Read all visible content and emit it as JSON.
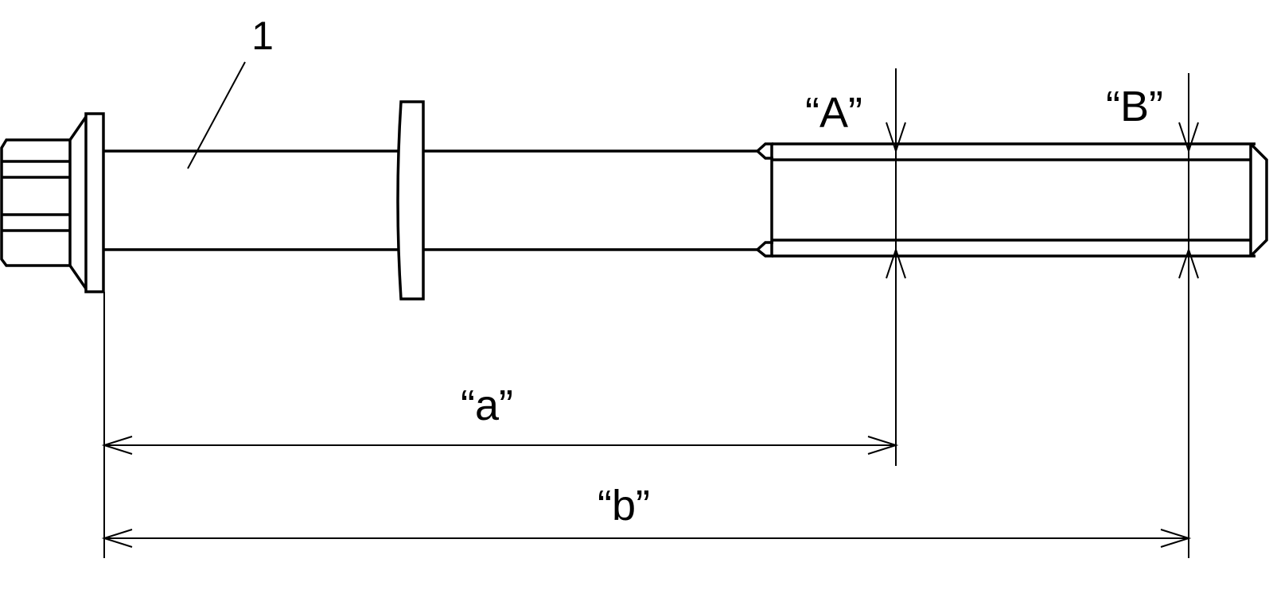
{
  "diagram": {
    "part_callout": "1",
    "section_A_label": "“A”",
    "section_B_label": "“B”",
    "dim_a_label": "“a”",
    "dim_b_label": "“b”",
    "line_color": "#000000",
    "background_color": "#ffffff"
  }
}
